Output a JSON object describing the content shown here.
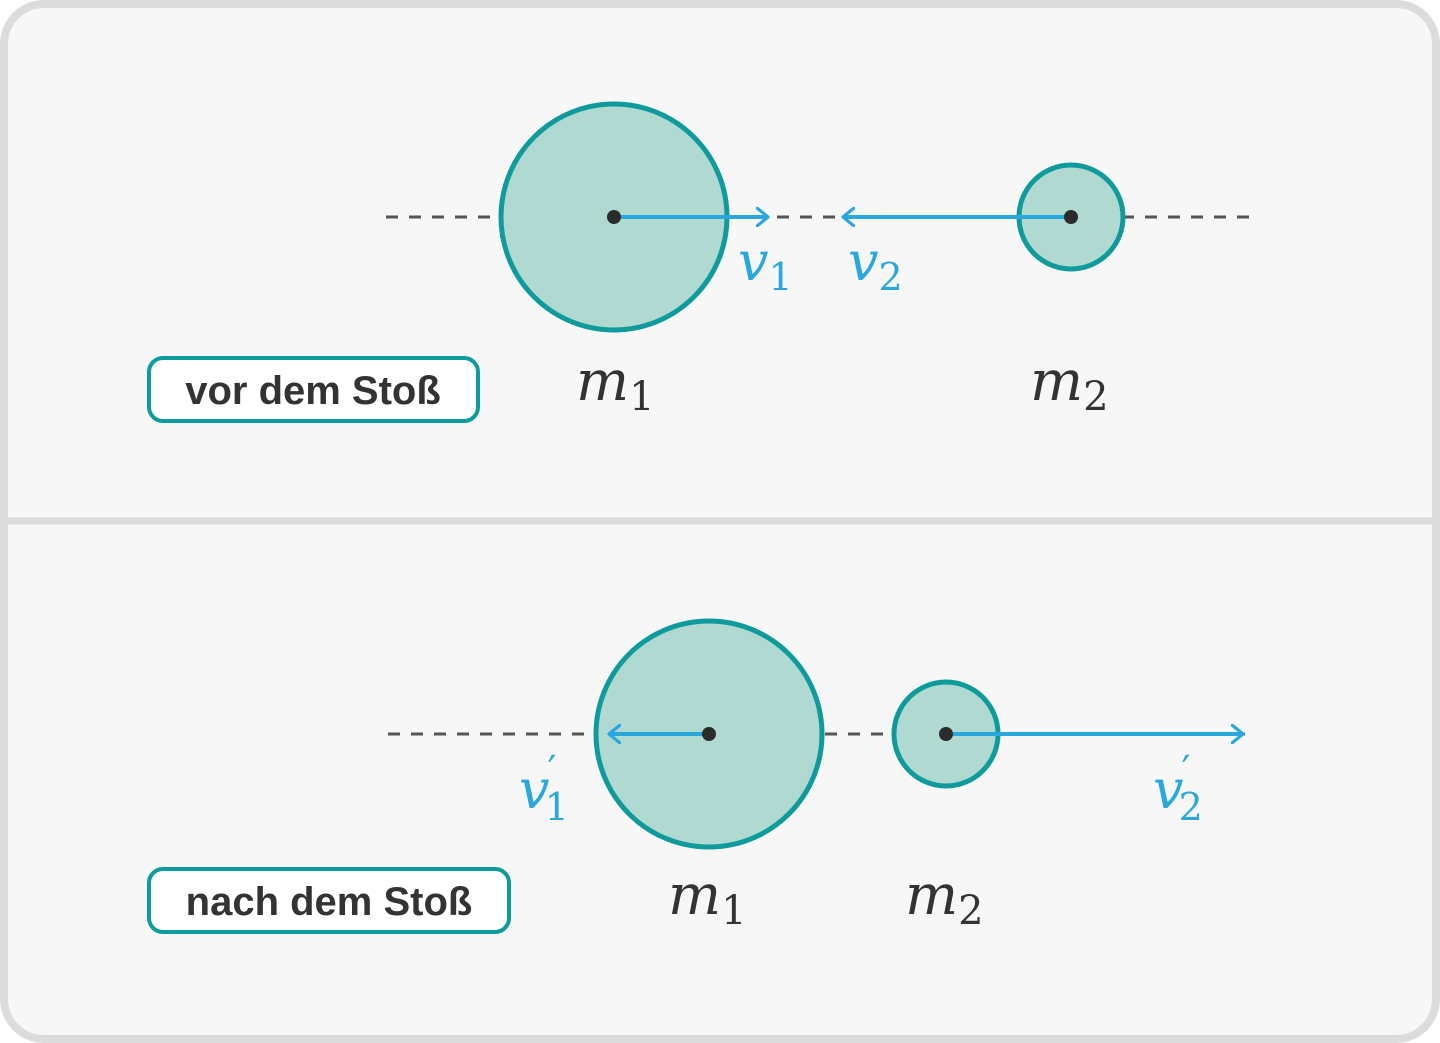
{
  "colors": {
    "frame_border": "#dcdcdc",
    "panel_bg": "#f7f7f7",
    "ball_fill": "#b0d9d2",
    "ball_stroke": "#0f9b9b",
    "velocity": "#2aa7dc",
    "axis_dash": "#555555",
    "center_dot": "#2b2b2b",
    "text_dark": "#333333"
  },
  "panels": [
    {
      "label": "vor dem Stoß",
      "masses": [
        {
          "symbol": "m",
          "index": "1"
        },
        {
          "symbol": "m",
          "index": "2"
        }
      ],
      "velocities": [
        {
          "symbol": "v",
          "prime": "",
          "index": "1"
        },
        {
          "symbol": "v",
          "prime": "",
          "index": "2"
        }
      ]
    },
    {
      "label": "nach dem Stoß",
      "masses": [
        {
          "symbol": "m",
          "index": "1"
        },
        {
          "symbol": "m",
          "index": "2"
        }
      ],
      "velocities": [
        {
          "symbol": "v",
          "prime": "′",
          "index": "1"
        },
        {
          "symbol": "v",
          "prime": "′",
          "index": "2"
        }
      ]
    }
  ]
}
